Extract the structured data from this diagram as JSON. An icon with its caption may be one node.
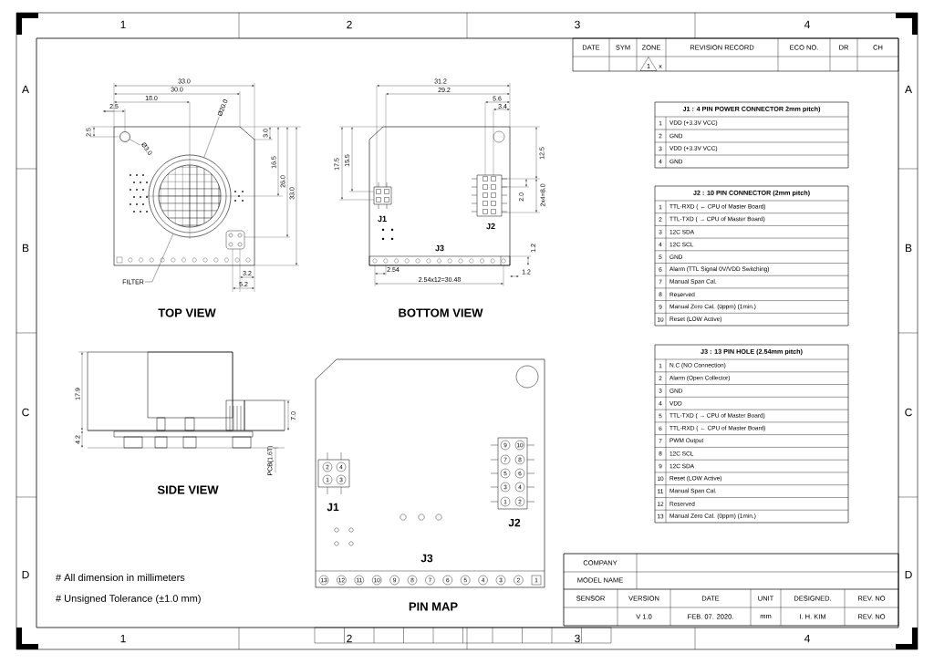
{
  "diagram": {
    "nodes": [
      {
        "text": [
          "Ø20.0"
        ]
      },
      {
        "text": [],
        "shape": "circle"
      },
      {
        "text": [
          "Ø3.0"
        ]
      },
      {
        "text": [],
        "shape": "circle"
      },
      {
        "text": [
          "FILTER"
        ]
      }
    ],
    "edges": [
      {
        "from": 0,
        "to": 3,
        "arrow": "none"
      },
      {
        "from": 2,
        "to": 1,
        "arrow": "none"
      },
      {
        "from": 4,
        "to": 3,
        "arrow": "none"
      }
    ],
    "labels": [
      "1",
      "2",
      "3",
      "4",
      "A",
      "B",
      "C",
      "D",
      "A",
      "B",
      "C",
      "D",
      "1",
      "2",
      "3",
      "4",
      "DATE",
      "SYM",
      "ZONE",
      "REVISION RECORD",
      "ECO NO.",
      "DR",
      "CH",
      "1",
      "x",
      "33.0",
      "30.0",
      "18.0",
      "2.5",
      "2.5",
      "3.0",
      "16.5",
      "26.0",
      "33.0",
      "3.2",
      "5.2",
      "TOP VIEW",
      "31.2",
      "29.2",
      "5.6",
      "3.4",
      "17.5",
      "15.5",
      "12.5",
      "2.0",
      "2x4=8.0",
      "J1",
      "J2",
      "J3",
      "1.2",
      "1.2",
      "2.54",
      "2.54x12=30.48",
      "BOTTOM VIEW",
      "17.9",
      "4.2",
      "7.0",
      "PCB(1.6T)",
      "SIDE VIEW",
      "2",
      "4",
      "1",
      "3",
      "J1",
      "9",
      "10",
      "7",
      "8",
      "5",
      "6",
      "3",
      "4",
      "1",
      "2",
      "J2",
      "J3",
      "13",
      "12",
      "11",
      "10",
      "9",
      "8",
      "7",
      "6",
      "5",
      "4",
      "3",
      "2",
      "1",
      "PIN MAP",
      "# All dimension in millimeters",
      "# Unsigned Tolerance (±1.0 mm)",
      "J1 : 4 PIN POWER CONNECTOR 2mm pitch)",
      "1",
      "VDD (+3.3V VCC)",
      "2",
      "GND",
      "3",
      "VDD (+3.3V VCC)",
      "4",
      "GND",
      "J2 : 10 PIN CONNECTOR (2mm pitch)",
      "1",
      "TTL-RXD ( ← CPU of Master Board)",
      "2",
      "TTL-TXD ( → CPU of Master Board)",
      "3",
      "12C SDA",
      "4",
      "12C SCL",
      "5",
      "GND",
      "6",
      "Alarm (TTL Signal 0V/VDD Switching)",
      "7",
      "Manual Span Cal.",
      "8",
      "Reserved",
      "9",
      "Manual Zero Cal. (0ppm) (1min.)",
      "10",
      "Reset (LOW Active)",
      "J3 : 13 PIN HOLE (2.54mm pitch)",
      "1",
      "N.C (NO Connection)",
      "2",
      "Alarm (Open Collector)",
      "3",
      "GND",
      "4",
      "VDD",
      "5",
      "TTL-TXD ( → CPU of Master Board)",
      "6",
      "TTL-RXD ( ← CPU of Master Board)",
      "7",
      "PWM Output",
      "8",
      "12C SCL",
      "9",
      "12C SDA",
      "10",
      "Reset (LOW Active)",
      "11",
      "Manual Span Cal.",
      "12",
      "Reserved",
      "13",
      "Manual Zero Cal. (0ppm) (1min.)",
      "COMPANY",
      "MODEL NAME",
      "SENSOR",
      "VERSION",
      "DATE",
      "UNIT",
      "DESIGNED.",
      "REV. NO",
      "V 1.0",
      "FEB. 07. 2020.",
      "mm",
      "I. H. KIM",
      "REV. NO"
    ]
  }
}
